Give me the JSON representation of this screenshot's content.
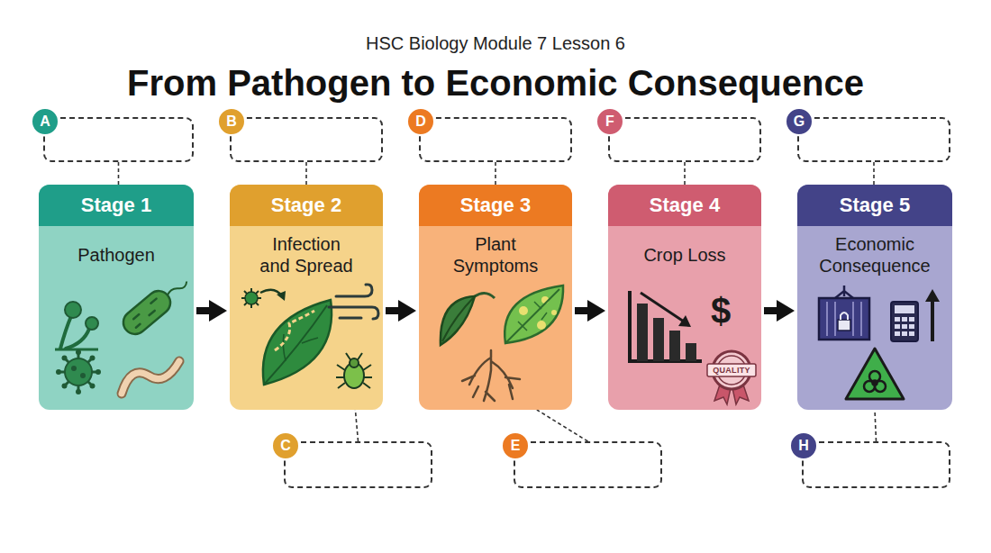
{
  "diagram": {
    "title": "From Pathogen to Economic Consequence",
    "nodes": [
      {
        "text": [
          "A"
        ]
      },
      {
        "text": [
          "B"
        ]
      },
      {
        "text": [
          "D"
        ]
      },
      {
        "text": [
          "F"
        ]
      },
      {
        "text": [
          "G"
        ]
      },
      {
        "text": [
          "Stage 1",
          "Pathogen"
        ]
      },
      {
        "text": [
          "Stage 2",
          "Infection and Spread"
        ]
      },
      {
        "text": [
          "Stage 3",
          "Plant Symptoms"
        ]
      },
      {
        "text": [
          "Stage 4",
          "Crop Loss"
        ]
      },
      {
        "text": [
          "Stage 5",
          "Economic Consequence"
        ]
      },
      {
        "text": [
          "C"
        ]
      },
      {
        "text": [
          "E"
        ]
      },
      {
        "text": [
          "H"
        ]
      }
    ],
    "edges": [
      {
        "from": 5,
        "to": 6,
        "arrow": "to"
      },
      {
        "from": 6,
        "to": 7,
        "arrow": "to"
      },
      {
        "from": 7,
        "to": 8,
        "arrow": "to"
      },
      {
        "from": 8,
        "to": 9,
        "arrow": "to"
      },
      {
        "from": 0,
        "to": 5,
        "arrow": "none"
      },
      {
        "from": 1,
        "to": 6,
        "arrow": "none"
      },
      {
        "from": 2,
        "to": 7,
        "arrow": "none"
      },
      {
        "from": 3,
        "to": 8,
        "arrow": "none"
      },
      {
        "from": 4,
        "to": 9,
        "arrow": "none"
      },
      {
        "from": 10,
        "to": 6,
        "arrow": "none"
      },
      {
        "from": 11,
        "to": 7,
        "arrow": "none"
      },
      {
        "from": 12,
        "to": 9,
        "arrow": "none"
      }
    ],
    "labels": [
      "HSC Biology Module 7 Lesson 6",
      "$",
      "QUALITY"
    ]
  }
}
